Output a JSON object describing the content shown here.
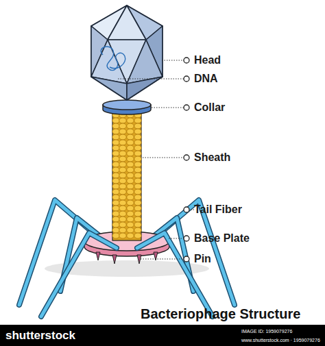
{
  "diagram": {
    "title": "Bacteriophage Structure",
    "labels": [
      "Head",
      "DNA",
      "Collar",
      "Sheath",
      "Tail Fiber",
      "Base Plate",
      "Pin",
      "shutterstock",
      "IMAGE ID: 1959079276",
      "www.shutterstock.com · 1959079276"
    ]
  }
}
